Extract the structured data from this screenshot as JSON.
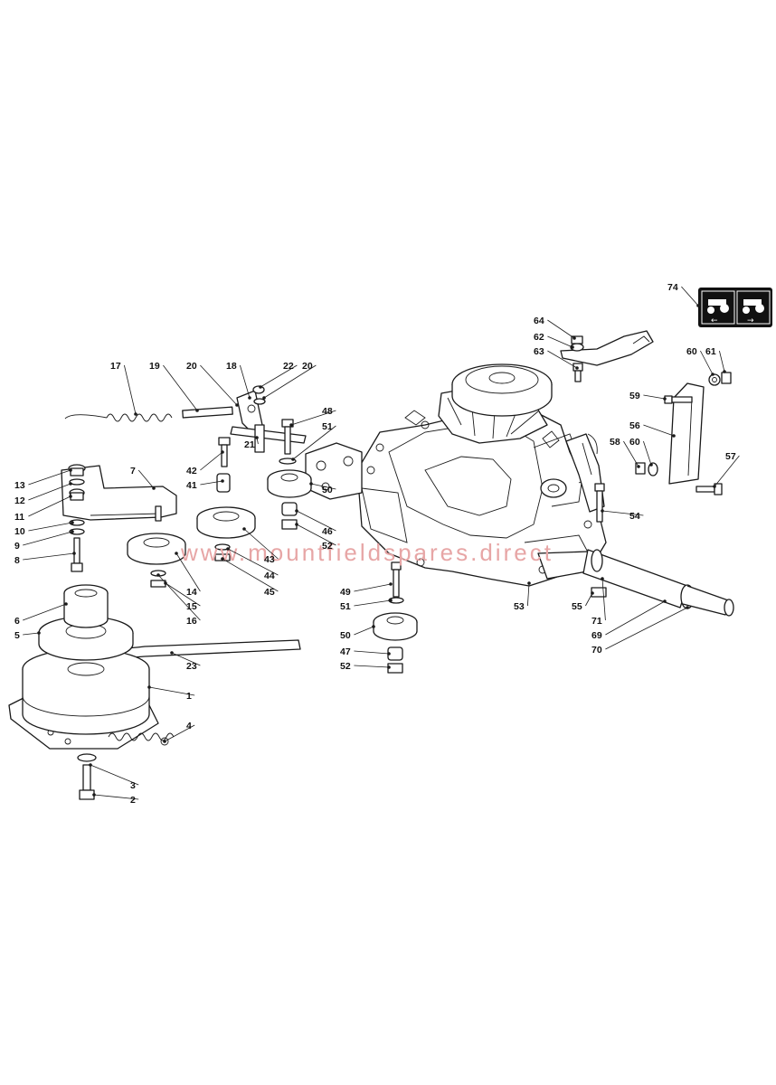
{
  "watermark": {
    "text": "www.mountfieldspares.direct",
    "color": "#e7a6a6"
  },
  "callouts": [
    "1",
    "2",
    "3",
    "4",
    "5",
    "6",
    "7",
    "8",
    "9",
    "10",
    "11",
    "12",
    "13",
    "14",
    "15",
    "16",
    "17",
    "18",
    "19",
    "20",
    "20",
    "21",
    "22",
    "23",
    "41",
    "42",
    "43",
    "44",
    "45",
    "46",
    "47",
    "48",
    "49",
    "50",
    "50",
    "51",
    "51",
    "52",
    "52",
    "53",
    "54",
    "55",
    "56",
    "57",
    "58",
    "59",
    "60",
    "60",
    "61",
    "62",
    "63",
    "64",
    "69",
    "70",
    "71",
    "74"
  ],
  "icon_74": {
    "left": "tractor-forward-icon",
    "right": "tractor-reverse-icon",
    "arrow_left": "←",
    "arrow_right": "→",
    "background": "#111111"
  },
  "line_color": "#1a1a1a"
}
